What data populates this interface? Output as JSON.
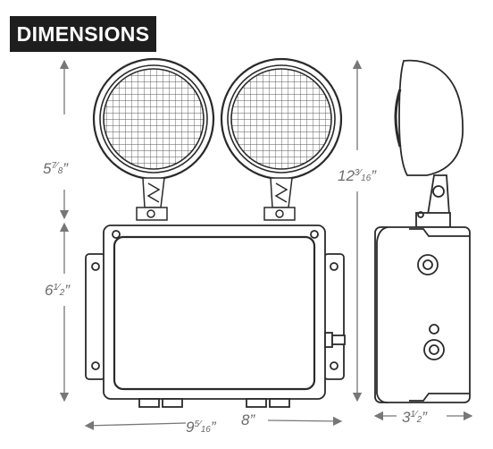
{
  "title": "DIMENSIONS",
  "dimensions": {
    "head_height": {
      "whole": "5",
      "num": "7",
      "den": "8",
      "unit": "”"
    },
    "body_height": {
      "whole": "6",
      "num": "1",
      "den": "2",
      "unit": "”"
    },
    "total_height": {
      "whole": "12",
      "num": "3",
      "den": "16",
      "unit": "”"
    },
    "overall_width": {
      "whole": "9",
      "num": "5",
      "den": "16",
      "unit": "”"
    },
    "body_width": {
      "whole": "8",
      "num": "",
      "den": "",
      "unit": "”"
    },
    "depth": {
      "whole": "3",
      "num": "1",
      "den": "2",
      "unit": "”"
    }
  },
  "colors": {
    "line": "#2a2a2a",
    "dim": "#6b6b6b",
    "badge": "#1e1e1e"
  }
}
